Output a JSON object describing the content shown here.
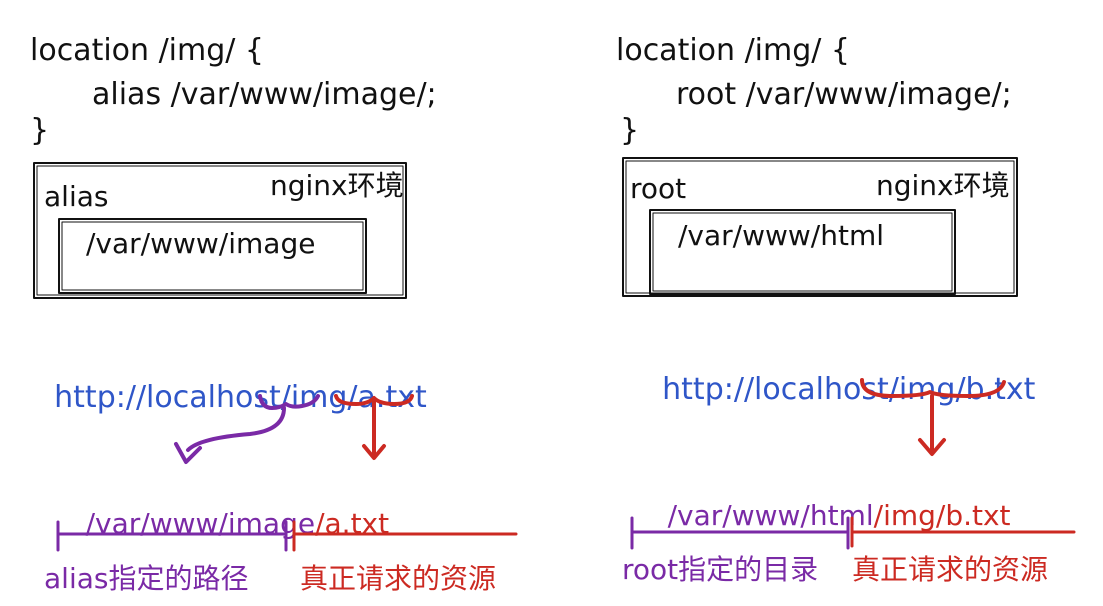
{
  "left": {
    "code": {
      "line1": "location /img/ {",
      "line2": "alias /var/www/image/;",
      "line3": "}"
    },
    "box": {
      "label": "alias",
      "env": "nginx环境",
      "inner": "/var/www/image"
    },
    "url": {
      "prefix": "http://localhost/img/",
      "resource": "a.txt"
    },
    "result": {
      "mapped": "/var/www/image",
      "resource": "/a.txt"
    },
    "notes": {
      "mapped": "alias指定的路径",
      "resource": "真正请求的资源"
    }
  },
  "right": {
    "code": {
      "line1": "location /img/ {",
      "line2": "root /var/www/image/;",
      "line3": "}"
    },
    "box": {
      "label": "root",
      "env": "nginx环境",
      "inner": "/var/www/html"
    },
    "url": {
      "prefix": "http://localhost",
      "resource": "/img/b.txt"
    },
    "result": {
      "mapped": "/var/www/html",
      "resource": "/img/b.txt"
    },
    "notes": {
      "mapped": "root指定的目录",
      "resource": "真正请求的资源"
    }
  },
  "colors": {
    "ink": "#111111",
    "url_blue": "#2f56c8",
    "purple": "#7a2aa6",
    "red": "#cc2a22"
  }
}
